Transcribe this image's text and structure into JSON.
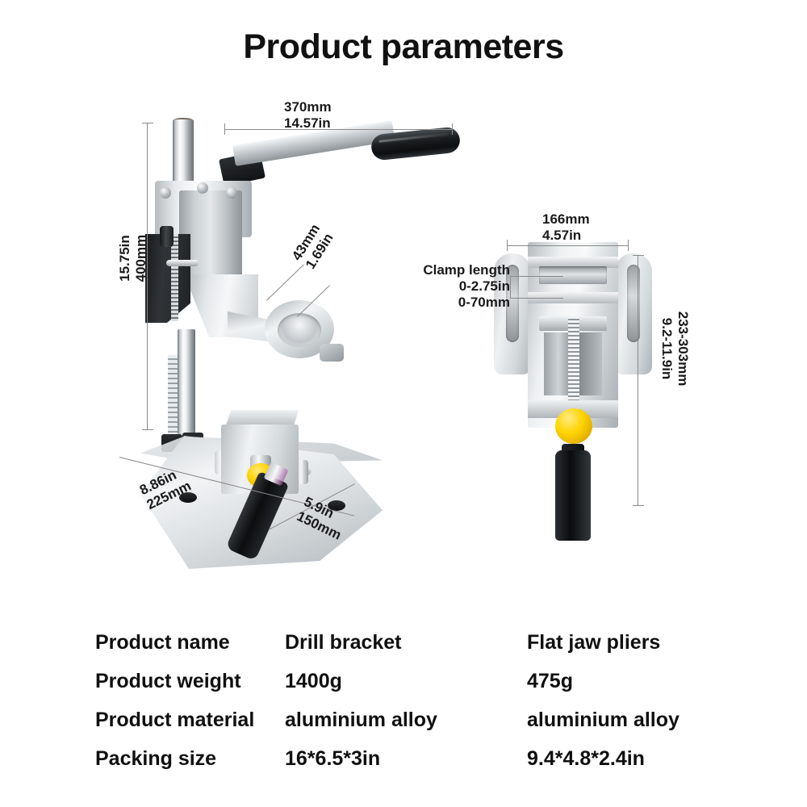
{
  "title": "Product parameters",
  "drill_bracket": {
    "alt": "drill bracket stand photo",
    "dimensions": {
      "arm_length": {
        "metric": "370mm",
        "imperial": "14.57in"
      },
      "total_height": {
        "imperial": "15.75in",
        "metric": "400mm"
      },
      "collar_diameter": {
        "metric": "43mm",
        "imperial": "1.69in"
      },
      "base_depth": {
        "imperial": "8.86in",
        "metric": "225mm"
      },
      "base_width": {
        "imperial": "5.9in",
        "metric": "150mm"
      }
    }
  },
  "flat_jaw_pliers": {
    "alt": "flat jaw pliers bench vise photo",
    "dimensions": {
      "width": {
        "metric": "166mm",
        "imperial": "4.57in"
      },
      "clamp_length": {
        "title": "Clamp length",
        "imperial": "0-2.75in",
        "metric": "0-70mm"
      },
      "height_range": {
        "metric": "233-303mm",
        "imperial": "9.2-11.9in"
      }
    }
  },
  "spec_table": {
    "rows": [
      {
        "label": "Product name",
        "drill": "Drill bracket",
        "pliers": "Flat jaw pliers"
      },
      {
        "label": "Product weight",
        "drill": "1400g",
        "pliers": "475g"
      },
      {
        "label": "Product material",
        "drill": "aluminium alloy",
        "pliers": "aluminium alloy"
      },
      {
        "label": "Packing size",
        "drill": "16*6.5*3in",
        "pliers": "9.4*4.8*2.4in"
      }
    ]
  },
  "colors": {
    "background": "#ffffff",
    "text": "#101010",
    "rule": "#8a8a8a",
    "knob_yellow": "#ffd400",
    "handle_black": "#0c0e0f",
    "aluminium": "#d4d9dc"
  }
}
